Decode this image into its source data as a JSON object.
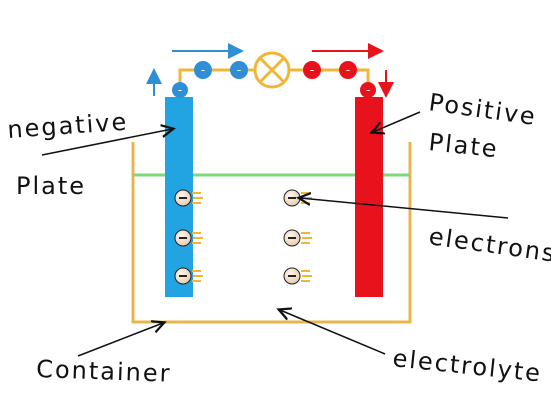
{
  "labels": {
    "negative_line1": "negative",
    "negative_line2": "Plate",
    "positive_line1": "Positive",
    "positive_line2": "Plate",
    "electrons": "electrons",
    "container": "Container",
    "electrolyte": "electrolyte"
  },
  "symbols": {
    "negative": "-",
    "positive": "+"
  },
  "colors": {
    "negative_plate": "#22A4E2",
    "positive_plate": "#E8121C",
    "wire": "#F0B63A",
    "container": "#E8B54A",
    "electrolyte_line": "#7DD87A",
    "electron_ball": "#2E8FD6",
    "positive_ball": "#E8121C",
    "electron_particle": "#F3E3CF",
    "lamp": "#F0B63A",
    "arrow_blue": "#2E8FD6",
    "arrow_red": "#E8121C"
  }
}
